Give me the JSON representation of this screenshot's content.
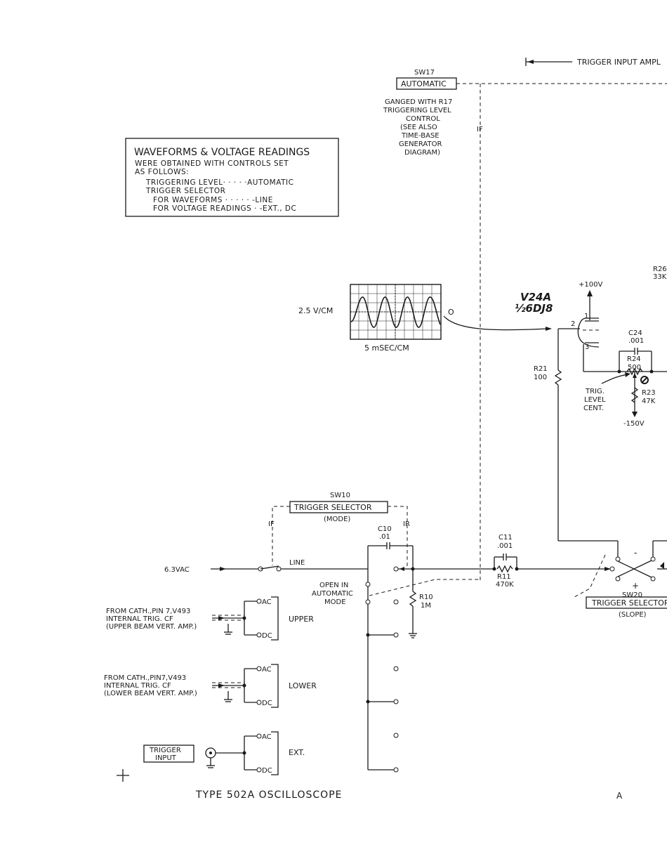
{
  "header": {
    "trigger_input_ampl": "TRIGGER INPUT AMPL"
  },
  "sw17": {
    "name": "SW17",
    "label": "AUTOMATIC",
    "if": "IF",
    "note": [
      "GANGED WITH R17",
      "TRIGGERING LEVEL",
      "CONTROL",
      "(SEE ALSO",
      "TIME-BASE",
      "GENERATOR",
      "DIAGRAM)"
    ]
  },
  "notebox": {
    "title": "WAVEFORMS & VOLTAGE READINGS",
    "lines": [
      "WERE OBTAINED WITH CONTROLS SET",
      "AS FOLLOWS:",
      "TRIGGERING LEVEL· · · · ·AUTOMATIC",
      "TRIGGER SELECTOR",
      "FOR WAVEFORMS · · · · · -LINE",
      "FOR VOLTAGE READINGS · -EXT., DC"
    ]
  },
  "waveform": {
    "vscale": "2.5 V/CM",
    "hscale": "5 mSEC/CM",
    "marker": "O"
  },
  "tube": {
    "name": "V24A",
    "type": "½6DJ8",
    "plate": "+100V",
    "pin1": "1",
    "pin2": "2",
    "pin3": "3"
  },
  "parts": {
    "r26": "R26",
    "r26v": "33K",
    "c24": "C24",
    "c24v": ".001",
    "r24": "R24",
    "r24v": "500",
    "r23": "R23",
    "r23v": "47K",
    "r21": "R21",
    "r21v": "100",
    "trig_level": [
      "TRIG.",
      "LEVEL",
      "CENT."
    ],
    "neg150": "-150V",
    "c10": "C10",
    "c10v": ".01",
    "c11": "C11",
    "c11v": ".001",
    "r11": "R11",
    "r11v": "470K",
    "r10": "R10",
    "r10v": "1M"
  },
  "sw10": {
    "name": "SW10",
    "label": "TRIGGER SELECTOR",
    "mode": "(MODE)",
    "if": "IF",
    "ir": "IR"
  },
  "sw20": {
    "name": "SW20",
    "label": "TRIGGER SELECTOR",
    "mode": "(SLOPE)",
    "minus": "-",
    "plus": "+"
  },
  "inputs": {
    "vac": "6.3VAC",
    "line": "LINE",
    "open_auto": [
      "OPEN IN",
      "AUTOMATIC",
      "MODE"
    ],
    "upper_src": [
      "FROM CATH.,PIN 7,V493",
      "INTERNAL TRIG. CF",
      "(UPPER BEAM VERT. AMP.)"
    ],
    "lower_src": [
      "FROM CATH.,PIN7,V493",
      "INTERNAL TRIG. CF",
      "(LOWER BEAM VERT. AMP.)"
    ],
    "upper": "UPPER",
    "lower": "LOWER",
    "ext": "EXT.",
    "ac": "AC",
    "dc": "DC",
    "trigger_input": [
      "TRIGGER",
      "INPUT"
    ]
  },
  "footer": {
    "title": "TYPE 502A OSCILLOSCOPE",
    "sheet": "A"
  }
}
